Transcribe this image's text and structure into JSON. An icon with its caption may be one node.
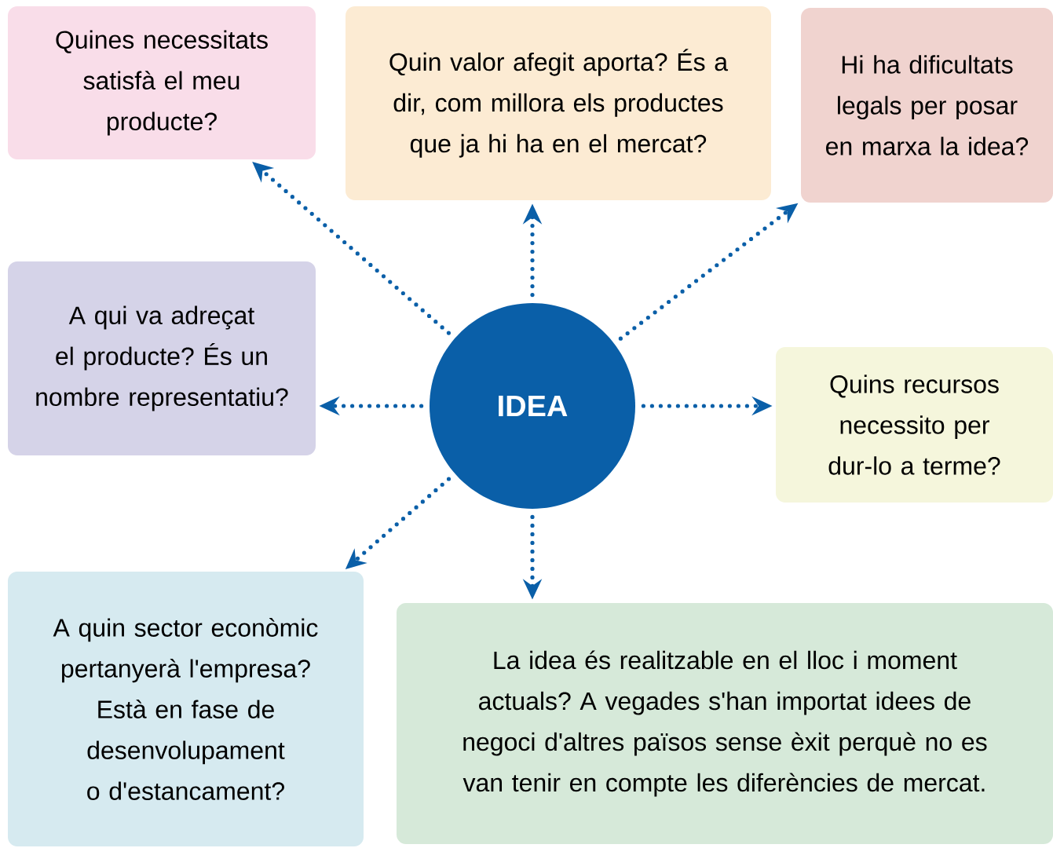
{
  "diagram": {
    "nodes": [
      {
        "text": [
          "IDEA"
        ]
      },
      {
        "text": [
          "Quines necessitats satisfà el meu producte?"
        ]
      },
      {
        "text": [
          "Quin valor afegit aporta? És a dir, com millora els productes que ja hi ha en el mercat?"
        ]
      },
      {
        "text": [
          "Hi ha dificultats legals per posar en marxa la idea?"
        ]
      },
      {
        "text": [
          "A qui va adreçat el producte? És un nombre representatiu?"
        ]
      },
      {
        "text": [
          "Quins recursos necessito per dur-lo a terme?"
        ]
      },
      {
        "text": [
          "A quin sector econòmic pertanyerà l'empresa? Està en fase de desenvolupament o d'estancament?"
        ]
      },
      {
        "text": [
          "La idea és realitzable en el lloc i moment actuals? A vegades s'han importat idees de negoci d'altres països sense èxit perquè no es van tenir en compte les diferències de mercat."
        ]
      }
    ],
    "edges": [
      {
        "from": 0,
        "to": 1,
        "arrow": "to"
      },
      {
        "from": 0,
        "to": 2,
        "arrow": "to"
      },
      {
        "from": 0,
        "to": 3,
        "arrow": "to"
      },
      {
        "from": 0,
        "to": 4,
        "arrow": "to"
      },
      {
        "from": 0,
        "to": 5,
        "arrow": "to"
      },
      {
        "from": 0,
        "to": 6,
        "arrow": "to"
      },
      {
        "from": 0,
        "to": 7,
        "arrow": "to"
      }
    ]
  }
}
